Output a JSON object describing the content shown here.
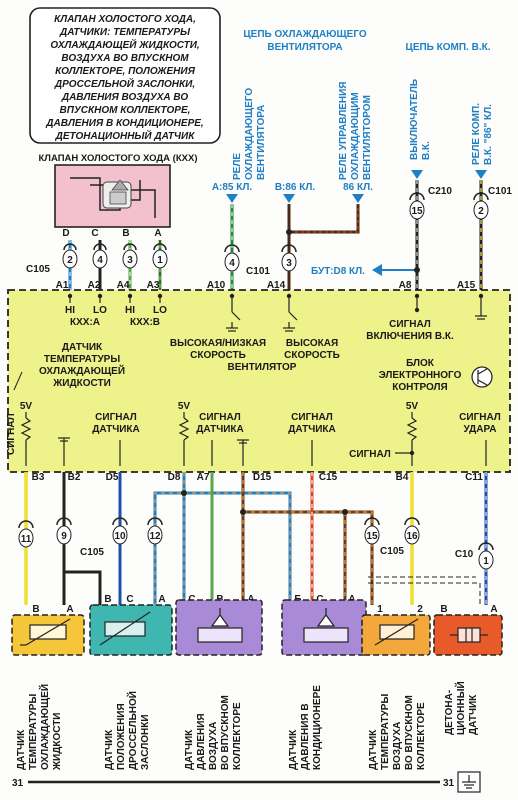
{
  "title_box": {
    "lines": [
      "КЛАПАН ХОЛОСТОГО ХОДА,",
      "ДАТЧИКИ: ТЕМПЕРАТУРЫ",
      "ОХЛАЖДАЮЩЕЙ ЖИДКОСТИ,",
      "ВОЗДУХА ВО ВПУСКНОМ",
      "КОЛЛЕКТОРЕ, ПОЛОЖЕНИЯ",
      "ДРОССЕЛЬНОЙ ЗАСЛОНКИ,",
      "ДАВЛЕНИЯ ВОЗДУХА ВО",
      "ВПУСКНОМ КОЛЛЕКТОРЕ,",
      "ДАВЛЕНИЯ В КОНДИЦИОНЕРЕ,",
      "ДЕТОНАЦИОННЫЙ ДАТЧИК"
    ]
  },
  "headers": {
    "fan_circuit": [
      "ЦЕПЬ ОХЛАЖДАЮЩЕГО",
      "ВЕНТИЛЯТОРА"
    ],
    "ac_circuit": "ЦЕПЬ КОМП. В.К."
  },
  "relays": {
    "fan_relay": [
      "РЕЛЕ",
      "ОХЛАЖДАЮЩЕГО",
      "ВЕНТИЛЯТОРА"
    ],
    "fan_ctrl_relay": [
      "РЕЛЕ УПРАВЛЕНИЯ",
      "ОХЛАЖДАЮЩИМ",
      "ВЕНТИЛЯТОРОМ"
    ],
    "ac_switch": [
      "ВЫКЛЮЧАТЕЛЬ",
      "В.К."
    ],
    "ac_comp_relay": [
      "РЕЛЕ КОМП.",
      "В.К. \"86\" КЛ."
    ]
  },
  "iac": {
    "label": "КЛАПАН ХОЛОСТОГО ХОДА (КХХ)",
    "pins": [
      "D",
      "C",
      "B",
      "A"
    ],
    "connector": "C105",
    "wire_nums": [
      "2",
      "4",
      "3",
      "1"
    ]
  },
  "connectors": {
    "c101": "C101",
    "c210": "C210",
    "c101b": "C101",
    "c105": "C105",
    "c105b": "C105",
    "c10": "C10",
    "a_85": "A:85 КЛ.",
    "b_86": "B:86 КЛ.",
    "kl86": "86 КЛ.",
    "but": "БУТ:D8 КЛ."
  },
  "wire_numbers": {
    "w4": "4",
    "w3": "3",
    "w15": "15",
    "w2": "2",
    "w11": "11",
    "w9": "9",
    "w10": "10",
    "w12": "12",
    "w15b": "15",
    "w16": "16",
    "w1": "1"
  },
  "ecu": {
    "pins_top": [
      "A1",
      "A2",
      "A4",
      "A3",
      "A10",
      "A14",
      "A8",
      "A15"
    ],
    "hi_lo_1": [
      "HI",
      "LO"
    ],
    "kxx_a": "КХХ:A",
    "hi_lo_2": [
      "HI",
      "LO"
    ],
    "kxx_b": "КХХ:B",
    "fan_high_low": [
      "ВЫСОКАЯ/НИЗКАЯ",
      "СКОРОСТЬ",
      "ВЕНТИЛЯТОР"
    ],
    "fan_high": [
      "ВЫСОКАЯ",
      "СКОРОСТЬ"
    ],
    "ac_signal": [
      "СИГНАЛ",
      "ВКЛЮЧЕНИЯ В.К."
    ],
    "ecu_name": [
      "БЛОК",
      "ЭЛЕКТРОННОГО",
      "КОНТРОЛЯ"
    ],
    "coolant_sensor": [
      "ДАТЧИК",
      "ТЕМПЕРАТУРЫ",
      "ОХЛАЖДАЮЩЕЙ",
      "ЖИДКОСТИ"
    ],
    "signal": "СИГНАЛ",
    "v5": "5V",
    "sensor_signal": [
      "СИГНАЛ",
      "ДАТЧИКА"
    ],
    "sensor_signal2": [
      "СИГНАЛ",
      "ДАТЧИКА"
    ],
    "sensor_signal3": [
      "СИГНАЛ",
      "ДАТЧИКА"
    ],
    "v5b": "5V",
    "v5c": "5V",
    "signal_b": "СИГНАЛ",
    "knock_signal": [
      "СИГНАЛ",
      "УДАРА"
    ],
    "pins_bottom": [
      "B3",
      "B2",
      "D5",
      "D8",
      "A7",
      "D15",
      "C15",
      "B4",
      "C11"
    ]
  },
  "sensors": {
    "s1": [
      "ДАТЧИК",
      "ТЕМПЕРАТУРЫ",
      "ОХЛАЖДАЮЩЕЙ",
      "ЖИДКОСТИ"
    ],
    "s2": [
      "ДАТЧИК",
      "ПОЛОЖЕНИЯ",
      "ДРОССЕЛЬНОЙ",
      "ЗАСЛОНКИ"
    ],
    "s3": [
      "ДАТЧИК",
      "ДАВЛЕНИЯ",
      "ВОЗДУХА",
      "ВО ВПУСКНОМ",
      "КОЛЛЕКТОРЕ"
    ],
    "s4": [
      "ДАТЧИК",
      "ДАВЛЕНИЯ В",
      "КОНДИЦИОНЕРЕ"
    ],
    "s5": [
      "ДАТЧИК",
      "ТЕМПЕРАТУРЫ",
      "ВОЗДУХА",
      "ВО ВПУСКНОМ",
      "КОЛЛЕКТОРЕ"
    ],
    "s6": [
      "ДЕТОНА-",
      "ЦИОННЫЙ",
      "ДАТЧИК"
    ],
    "pins_s1": [
      "B",
      "A"
    ],
    "pins_s2": [
      "B",
      "C",
      "A"
    ],
    "pins_s3": [
      "C",
      "B",
      "A"
    ],
    "pins_s4": [
      "Б",
      "C",
      "A"
    ],
    "pins_s5": [
      "1",
      "2"
    ],
    "pins_s6": [
      "B",
      "A"
    ]
  },
  "footer": {
    "page_left": "31",
    "page_right": "31"
  },
  "colors": {
    "ecu_fill": "#edf28a",
    "iac_fill": "#f3c0ce",
    "sensor1": "#f5c63a",
    "sensor2": "#3fb6b0",
    "sensor3": "#a98ad6",
    "sensor5": "#f2a83a",
    "sensor6": "#e85a2a",
    "blue_text": "#1f7fc4"
  }
}
